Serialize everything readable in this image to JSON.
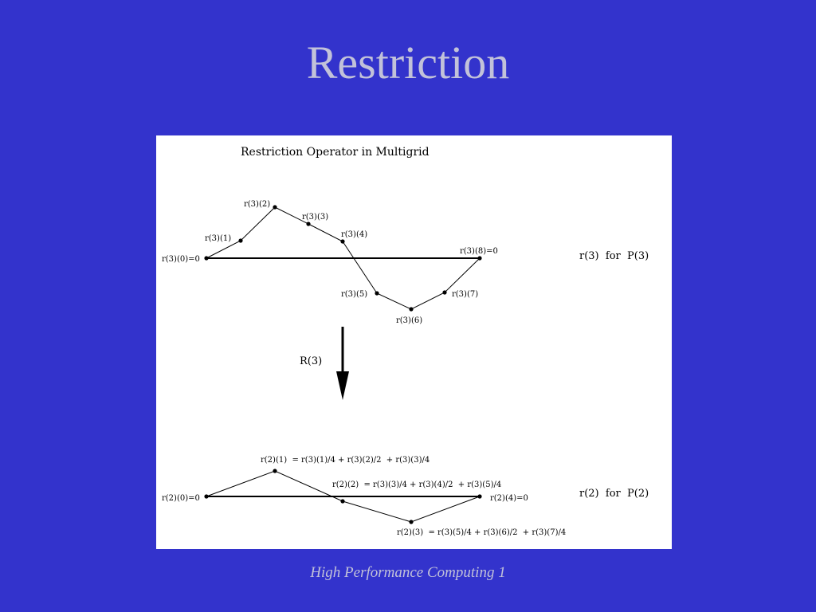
{
  "slide": {
    "title": "Restriction",
    "footer": "High Performance Computing 1"
  },
  "figure": {
    "heading": "Restriction Operator in Multigrid",
    "arrow_label": "R(3)",
    "fine_caption": "r(3)  for  P(3)",
    "coarse_caption": "r(2)  for  P(2)",
    "fine_labels": {
      "p0": "r(3)(0)=0",
      "p1": "r(3)(1)",
      "p2": "r(3)(2)",
      "p3": "r(3)(3)",
      "p4": "r(3)(4)",
      "p5": "r(3)(5)",
      "p6": "r(3)(6)",
      "p7": "r(3)(7)",
      "p8": "r(3)(8)=0"
    },
    "coarse_labels": {
      "p0": "r(2)(0)=0",
      "p1": "r(2)(1)  = r(3)(1)/4 + r(3)(2)/2  + r(3)(3)/4",
      "p2": "r(2)(2)  = r(3)(3)/4 + r(3)(4)/2  + r(3)(5)/4",
      "p3": "r(2)(3)  = r(3)(5)/4 + r(3)(6)/2  + r(3)(7)/4",
      "p4": "r(2)(4)=0"
    }
  },
  "colors": {
    "background": "#3333cc",
    "title_text": "#c2c2d9",
    "figure_background": "#ffffff",
    "ink": "#000000"
  }
}
